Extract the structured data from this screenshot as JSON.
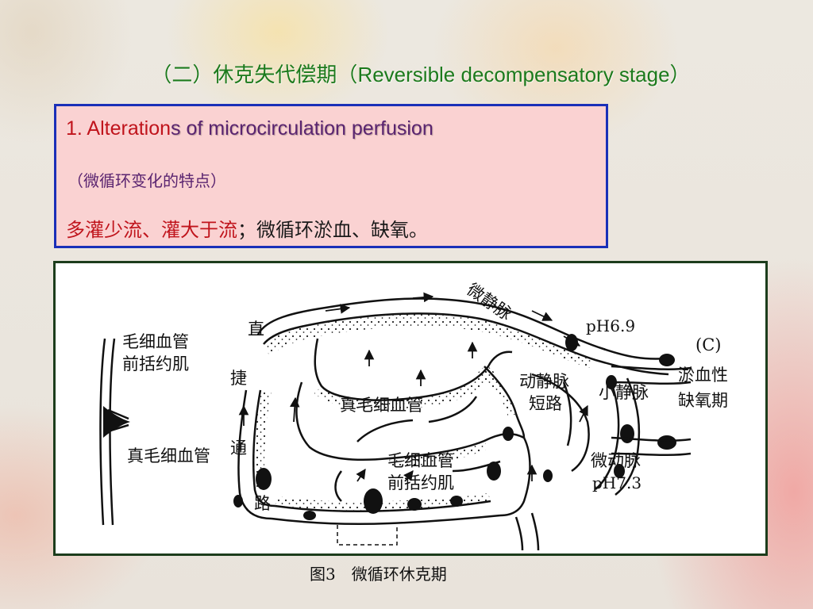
{
  "slide": {
    "title_cn": "（二）休克失代偿期（",
    "title_en": "Reversible decompensatory stage",
    "title_close": "）"
  },
  "panel": {
    "heading_number": "1. ",
    "heading_red": "Alteration",
    "heading_purple": "s of microcirculation perfusion",
    "subheading": "（微循环变化的特点）",
    "feature_red": "多灌少流、灌大于流",
    "feature_black": "；微循环淤血、缺氧。"
  },
  "diagram": {
    "labels": {
      "precap_sphincter_left_1": "毛细血管",
      "precap_sphincter_left_2": "前括约肌",
      "true_capillary_left": "真毛细血管",
      "thoroughfare_1": "直",
      "thoroughfare_2": "捷",
      "thoroughfare_3": "通",
      "thoroughfare_4": "路",
      "true_capillary_center": "真毛细血管",
      "precap_sphincter_center_1": "毛细血管",
      "precap_sphincter_center_2": "前括约肌",
      "venule_top": "微静脉",
      "ph_venous": "pH6.9",
      "av_shunt_1": "动静脉",
      "av_shunt_2": "短路",
      "small_vein": "小静脉",
      "arteriole": "微动脉",
      "ph_arterial": "pH7.3",
      "stage_letter": "(C)",
      "stage_name_1": "淤血性",
      "stage_name_2": "缺氧期"
    }
  },
  "caption": "图3　微循环休克期",
  "colors": {
    "title_green": "#1c7a1c",
    "heading_red": "#c0141c",
    "heading_purple": "#5a2470",
    "panel_bg": "#fad2d2",
    "panel_border": "#1a2fb8",
    "diagram_border": "#1c3d1c"
  }
}
